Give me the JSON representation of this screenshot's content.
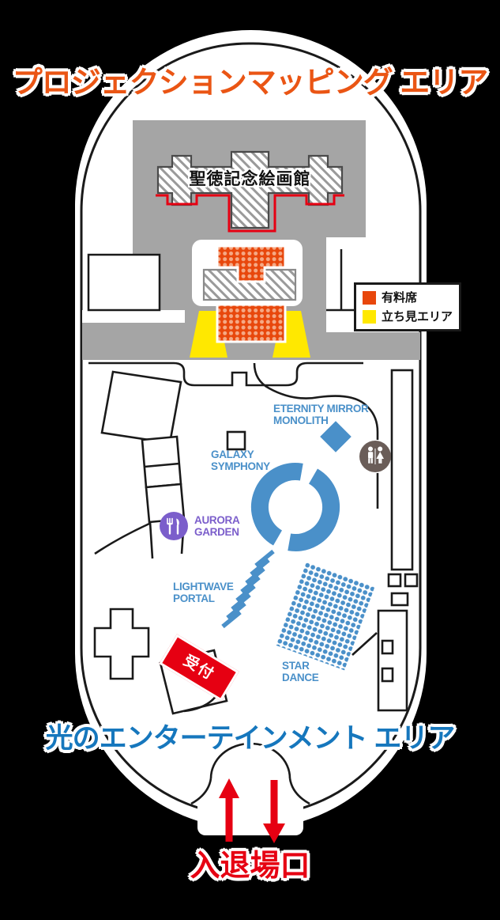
{
  "areas": {
    "projection_mapping": {
      "title": "プロジェクションマッピング エリア",
      "title_color": "#ea5514"
    },
    "light_entertainment": {
      "title": "光のエンターテインメント エリア",
      "title_color": "#1677bd"
    }
  },
  "building": {
    "name": "聖徳記念絵画館"
  },
  "legend": {
    "items": [
      {
        "label": "有料席",
        "color": "#e8470c"
      },
      {
        "label": "立ち見エリア",
        "color": "#ffe800"
      }
    ]
  },
  "attractions": {
    "eternity_mirror_monolith": {
      "label": "ETERNITY MIRROR\nMONOLITH",
      "color": "#4a90c9"
    },
    "galaxy_symphony": {
      "label": "GALAXY\nSYMPHONY",
      "color": "#4a90c9"
    },
    "aurora_garden": {
      "label": "AURORA\nGARDEN",
      "color": "#7b5ecb"
    },
    "lightwave_portal": {
      "label": "LIGHTWAVE\nPORTAL",
      "color": "#4a90c9"
    },
    "star_dance": {
      "label": "STAR\nDANCE",
      "color": "#4a90c9"
    }
  },
  "facilities": {
    "reception": {
      "label": "受付",
      "color": "#e60012"
    }
  },
  "entrance": {
    "label": "入退場口",
    "color": "#e60012"
  }
}
